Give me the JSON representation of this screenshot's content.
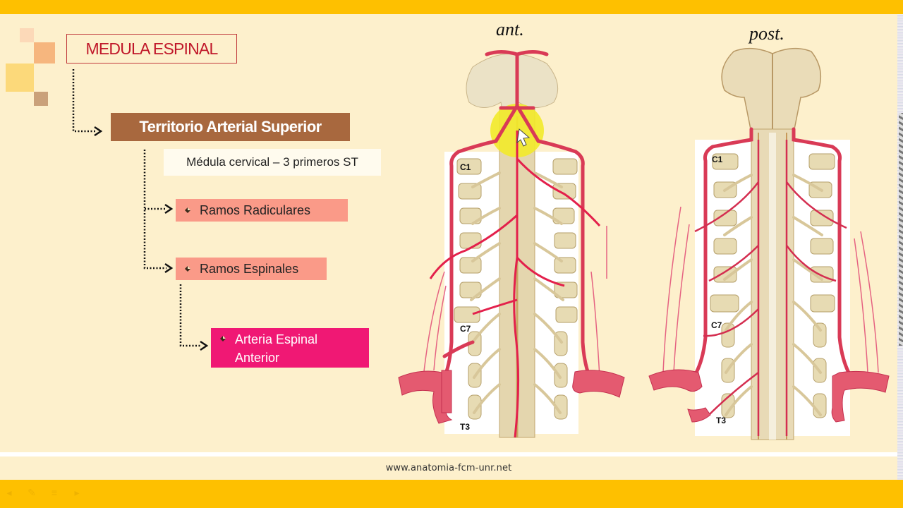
{
  "slide": {
    "title": "MEDULA ESPINAL",
    "territory": "Territorio Arterial Superior",
    "region_note": "Médula cervical – 3 primeros ST",
    "items": [
      {
        "label": "Ramos Radiculares"
      },
      {
        "label": "Ramos Espinales"
      }
    ],
    "sub_item": {
      "line1": "Arteria Espinal",
      "line2": "Anterior"
    },
    "figures": {
      "anterior": {
        "view_label": "ant.",
        "levels": [
          "C1",
          "C7",
          "T3"
        ]
      },
      "posterior": {
        "view_label": "post.",
        "levels": [
          "C1",
          "C7",
          "T3"
        ]
      }
    }
  },
  "footer": {
    "url": "www.anatomia-fcm-unr.net"
  },
  "presenter_controls": [
    {
      "name": "previous",
      "glyph": "◂"
    },
    {
      "name": "pen",
      "glyph": "✎"
    },
    {
      "name": "menu",
      "glyph": "≡"
    },
    {
      "name": "next",
      "glyph": "▸"
    }
  ],
  "colors": {
    "bar_yellow": "#fec000",
    "background": "#fdf0cc",
    "title_red": "#c0182a",
    "territory_brown": "#a8683e",
    "item_salmon": "#fa9a88",
    "sub_item_magenta": "#f01874",
    "artery_red": "#d93a56",
    "highlight_yellow": "#f2ea2a"
  }
}
